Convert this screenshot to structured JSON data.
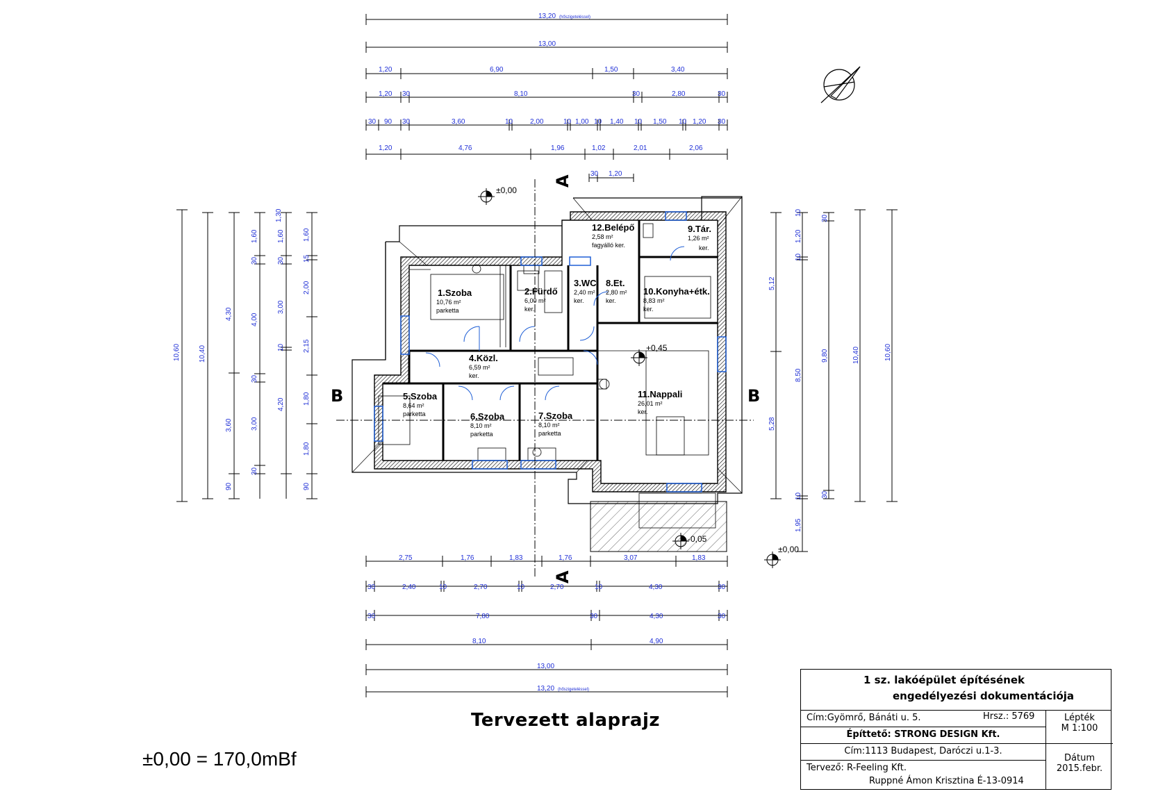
{
  "drawing": {
    "title": "Tervezett alaprajz",
    "elevation_note": "±0,00 = 170,0mBf",
    "level_marks": [
      "±0,00",
      "+0,45",
      "-0,05",
      "±0,00"
    ],
    "section_labels": [
      "A",
      "A",
      "B",
      "B"
    ]
  },
  "rooms": [
    {
      "name": "1.Szoba",
      "area": "10,76 m²",
      "floor": "parketta"
    },
    {
      "name": "2.Fürdő",
      "area": "6,00 m²",
      "floor": "ker."
    },
    {
      "name": "3.WC",
      "area": "2,40 m²",
      "floor": "ker."
    },
    {
      "name": "8.Et.",
      "area": "2,80 m²",
      "floor": "ker."
    },
    {
      "name": "4.Közl.",
      "area": "6,59 m²",
      "floor": "ker."
    },
    {
      "name": "5.Szoba",
      "area": "8,64 m²",
      "floor": "parketta"
    },
    {
      "name": "6.Szoba",
      "area": "8,10 m²",
      "floor": "parketta"
    },
    {
      "name": "7.Szoba",
      "area": "8,10 m²",
      "floor": "parketta"
    },
    {
      "name": "9.Tár.",
      "area": "1,26 m²",
      "floor": "ker."
    },
    {
      "name": "10.Konyha+étk.",
      "area": "8,83 m²",
      "floor": "ker."
    },
    {
      "name": "11.Nappali",
      "area": "26,01 m²",
      "floor": "ker."
    },
    {
      "name": "12.Belépő",
      "area": "2,58 m²",
      "floor": "fagyálló ker."
    }
  ],
  "dimensions": {
    "top": [
      [
        "13,20"
      ],
      [
        "13,00"
      ],
      [
        "1,20",
        "6,90",
        "1,50",
        "3,40"
      ],
      [
        "1,20",
        "30",
        "8,10",
        "30",
        "2,80",
        "30"
      ],
      [
        "30",
        "90",
        "30",
        "3,60",
        "10",
        "2,00",
        "10",
        "1,00",
        "10",
        "1,40",
        "10",
        "1,50",
        "10",
        "1,20",
        "30"
      ],
      [
        "1,20",
        "4,76",
        "1,96",
        "1,02",
        "2,01",
        "2,06"
      ]
    ],
    "top_note": "(hőszigeteléssel)",
    "bottom": [
      [
        "2,75",
        "1,76",
        "1,83",
        "1,76",
        "3,07",
        "1,83"
      ],
      [
        "30",
        "2,40",
        "10",
        "2,70",
        "10",
        "2,70",
        "10",
        "4,30",
        "30"
      ],
      [
        "30",
        "7,80",
        "30",
        "4,30",
        "30"
      ],
      [
        "8,10",
        "4,90"
      ],
      [
        "13,00"
      ],
      [
        "13,20"
      ]
    ],
    "left": [
      [
        "10,60"
      ],
      [
        "10,40"
      ],
      [
        "4,30",
        "3,60",
        "90"
      ],
      [
        "1,60",
        "30",
        "4,00",
        "30",
        "3,00",
        "30"
      ],
      [
        "1,60",
        "30",
        "3,00",
        "10",
        "4,20"
      ],
      [
        "30",
        "1,30",
        "30",
        "10",
        "3,00",
        "30"
      ],
      [
        "1,60",
        "15",
        "2,00",
        "2,15",
        "1,80",
        "1,80",
        "90"
      ]
    ],
    "right": [
      [
        "5,12",
        "5,28"
      ],
      [
        "10",
        "1,20",
        "10",
        "8,50",
        "10",
        "1,95"
      ],
      [
        "30",
        "9,80",
        "30"
      ],
      [
        "10,40"
      ],
      [
        "10,60"
      ]
    ],
    "entrance": [
      "30",
      "1,20"
    ]
  },
  "title_block": {
    "heading_line1": "1 sz. lakóépület építésének",
    "heading_line2": "engedélyezési dokumentációja",
    "address": "Cím:Gyömrő, Bánáti u. 5.",
    "parcel": "Hrsz.: 5769",
    "scale_label": "Lépték",
    "scale_value": "M 1:100",
    "builder": "Építtető: STRONG DESIGN Kft.",
    "builder_address": "Cím:1113 Budapest, Daróczi u.1-3.",
    "designer": "Tervező: R-Feeling Kft.",
    "designer_person": "Ruppné Ámon Krisztina  É-13-0914",
    "date_label": "Dátum",
    "date_value": "2015.febr."
  }
}
